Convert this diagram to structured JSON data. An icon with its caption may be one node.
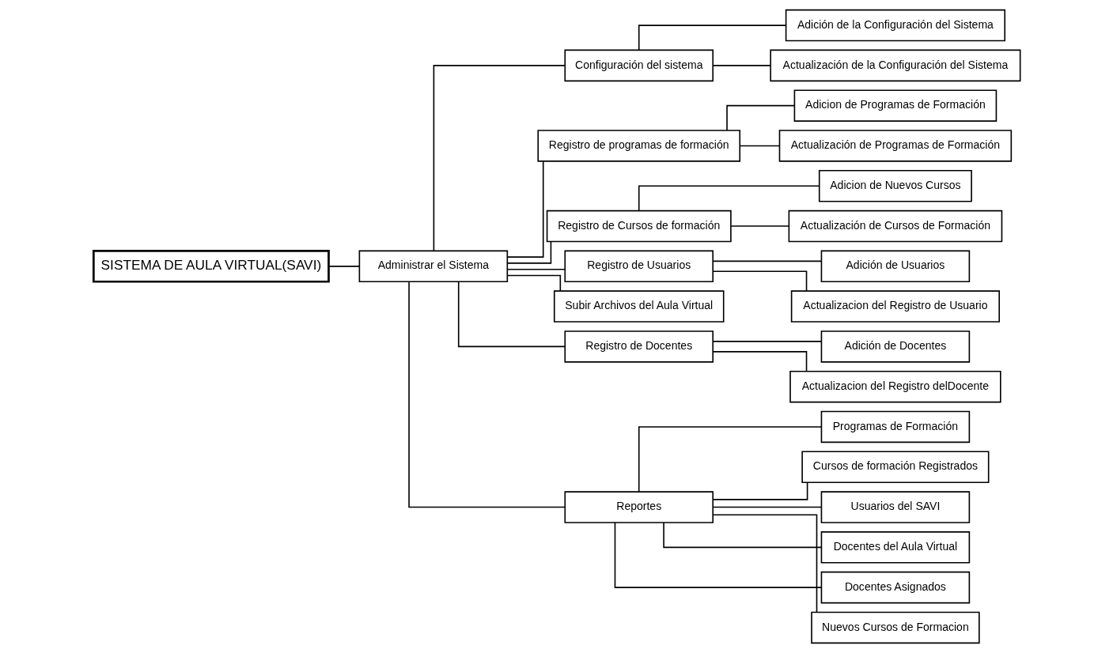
{
  "diagram": {
    "nodes": [
      {
        "text": [
          "SISTEMA DE AULA VIRTUAL(SAVI)"
        ]
      },
      {
        "text": [
          "Administrar el Sistema"
        ]
      },
      {
        "text": [
          "Configuración del sistema"
        ]
      },
      {
        "text": [
          "Adición de la Configuración del Sistema"
        ]
      },
      {
        "text": [
          "Actualización de la Configuración del Sistema"
        ]
      },
      {
        "text": [
          "Registro de programas de formación"
        ]
      },
      {
        "text": [
          "Adicion de Programas de Formación"
        ]
      },
      {
        "text": [
          "Actualización de Programas de Formación"
        ]
      },
      {
        "text": [
          "Registro de Cursos de formación"
        ]
      },
      {
        "text": [
          "Adicion de Nuevos Cursos"
        ]
      },
      {
        "text": [
          "Actualización de Cursos de Formación"
        ]
      },
      {
        "text": [
          "Registro de Usuarios"
        ]
      },
      {
        "text": [
          "Adición de Usuarios"
        ]
      },
      {
        "text": [
          "Actualizacion del Registro de Usuario"
        ]
      },
      {
        "text": [
          "Subir Archivos del Aula Virtual"
        ]
      },
      {
        "text": [
          "Registro de Docentes"
        ]
      },
      {
        "text": [
          "Adición de Docentes"
        ]
      },
      {
        "text": [
          "Actualizacion del Registro delDocente"
        ]
      },
      {
        "text": [
          "Reportes"
        ]
      },
      {
        "text": [
          "Programas de Formación"
        ]
      },
      {
        "text": [
          "Cursos de formación Registrados"
        ]
      },
      {
        "text": [
          "Usuarios del SAVI"
        ]
      },
      {
        "text": [
          "Docentes del Aula Virtual"
        ]
      },
      {
        "text": [
          "Docentes Asignados"
        ]
      },
      {
        "text": [
          "Nuevos Cursos de Formacion"
        ]
      }
    ],
    "edges": [
      {
        "from": 0,
        "to": 1,
        "arrow": "none"
      },
      {
        "from": 1,
        "to": 2,
        "arrow": "none"
      },
      {
        "from": 1,
        "to": 5,
        "arrow": "none"
      },
      {
        "from": 1,
        "to": 8,
        "arrow": "none"
      },
      {
        "from": 1,
        "to": 11,
        "arrow": "none"
      },
      {
        "from": 1,
        "to": 14,
        "arrow": "none"
      },
      {
        "from": 1,
        "to": 15,
        "arrow": "none"
      },
      {
        "from": 1,
        "to": 18,
        "arrow": "none"
      },
      {
        "from": 2,
        "to": 3,
        "arrow": "none"
      },
      {
        "from": 2,
        "to": 4,
        "arrow": "none"
      },
      {
        "from": 5,
        "to": 6,
        "arrow": "none"
      },
      {
        "from": 5,
        "to": 7,
        "arrow": "none"
      },
      {
        "from": 8,
        "to": 9,
        "arrow": "none"
      },
      {
        "from": 8,
        "to": 10,
        "arrow": "none"
      },
      {
        "from": 11,
        "to": 12,
        "arrow": "none"
      },
      {
        "from": 11,
        "to": 13,
        "arrow": "none"
      },
      {
        "from": 15,
        "to": 16,
        "arrow": "none"
      },
      {
        "from": 15,
        "to": 17,
        "arrow": "none"
      },
      {
        "from": 18,
        "to": 19,
        "arrow": "none"
      },
      {
        "from": 18,
        "to": 20,
        "arrow": "none"
      },
      {
        "from": 18,
        "to": 21,
        "arrow": "none"
      },
      {
        "from": 18,
        "to": 22,
        "arrow": "none"
      },
      {
        "from": 18,
        "to": 23,
        "arrow": "none"
      },
      {
        "from": 18,
        "to": 24,
        "arrow": "none"
      }
    ]
  }
}
